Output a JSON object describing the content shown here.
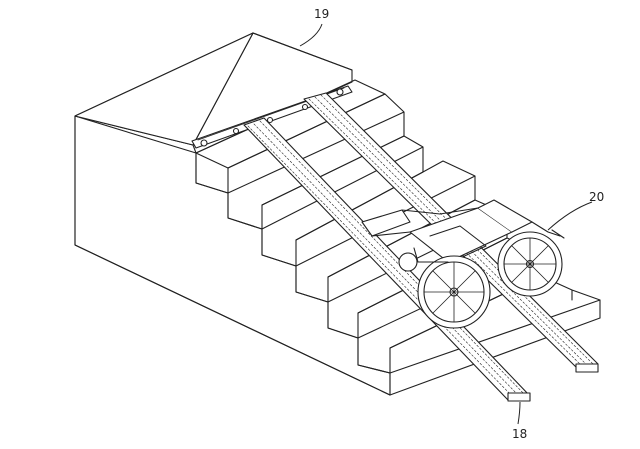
{
  "figure": {
    "reference_numerals": {
      "staircase": "19",
      "wheelchair": "20",
      "ramp": "18"
    },
    "line_color": "#222222",
    "background_color": "#ffffff"
  }
}
